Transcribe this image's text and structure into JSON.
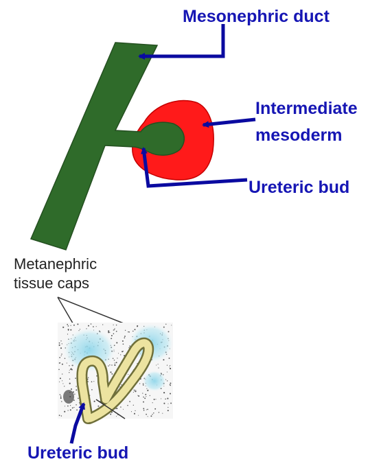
{
  "labels": {
    "mesonephric_duct": "Mesonephric duct",
    "intermediate_mesoderm_line1": "Intermediate",
    "intermediate_mesoderm_line2": "mesoderm",
    "ureteric_bud_top": "Ureteric bud",
    "metanephric_line1": "Metanephric",
    "metanephric_line2": "tissue caps",
    "ureteric_bud_bottom": "Ureteric bud"
  },
  "colors": {
    "label_blue": "#1616b4",
    "arrow_blue": "#0a0aa0",
    "duct_green": "#2f6b2a",
    "mesoderm_red": "#ff1a1a",
    "bud_tube_fill": "#ece3a0",
    "tissue_cap_cyan": "#9fdcec",
    "text_black": "#222222"
  }
}
